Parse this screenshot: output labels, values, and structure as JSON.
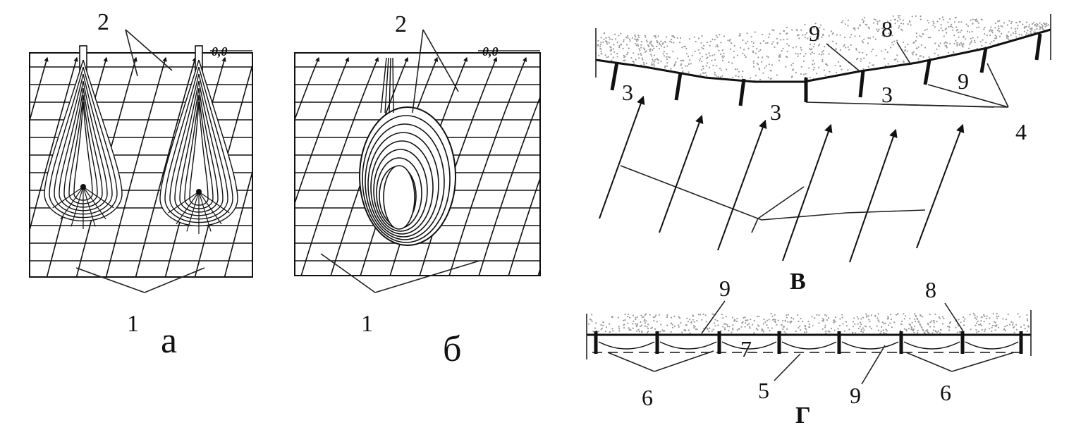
{
  "panel_a": {
    "letter": "а",
    "label_1": "1",
    "label_2": "2",
    "zero_level": "0,0"
  },
  "panel_b": {
    "letter": "б",
    "label_1": "1",
    "label_2": "2",
    "zero_level": "0,0"
  },
  "panel_v": {
    "letter": "В",
    "labels": {
      "l3a": "3",
      "l3b": "3",
      "l3c": "3",
      "l4": "4",
      "l8": "8",
      "l9a": "9",
      "l9b": "9"
    }
  },
  "panel_g": {
    "letter": "Г",
    "labels": {
      "l5": "5",
      "l6a": "6",
      "l6b": "6",
      "l7": "7",
      "l8": "8",
      "l9a": "9",
      "l9b": "9"
    }
  },
  "colors": {
    "ink": "#111111",
    "background": "#ffffff",
    "sand": "#9a9a9a"
  }
}
